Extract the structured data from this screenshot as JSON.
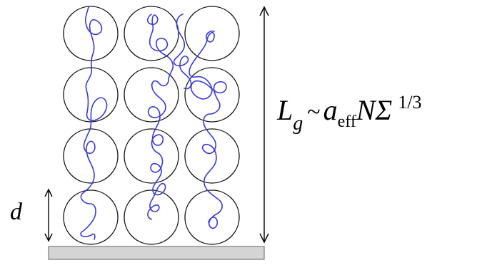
{
  "colors": {
    "chain": "#3a3ad8",
    "outline": "#111111",
    "substrate": "#d4d4d4"
  },
  "diagram": {
    "grid": {
      "rows": 4,
      "columns": 3
    },
    "height_label": {
      "L": "L",
      "g": "g",
      "tilde": "~",
      "a": "a",
      "eff": "eff",
      "N": "N",
      "Sigma": "Σ",
      "exponent": "1/3"
    },
    "blob_label": "d"
  }
}
